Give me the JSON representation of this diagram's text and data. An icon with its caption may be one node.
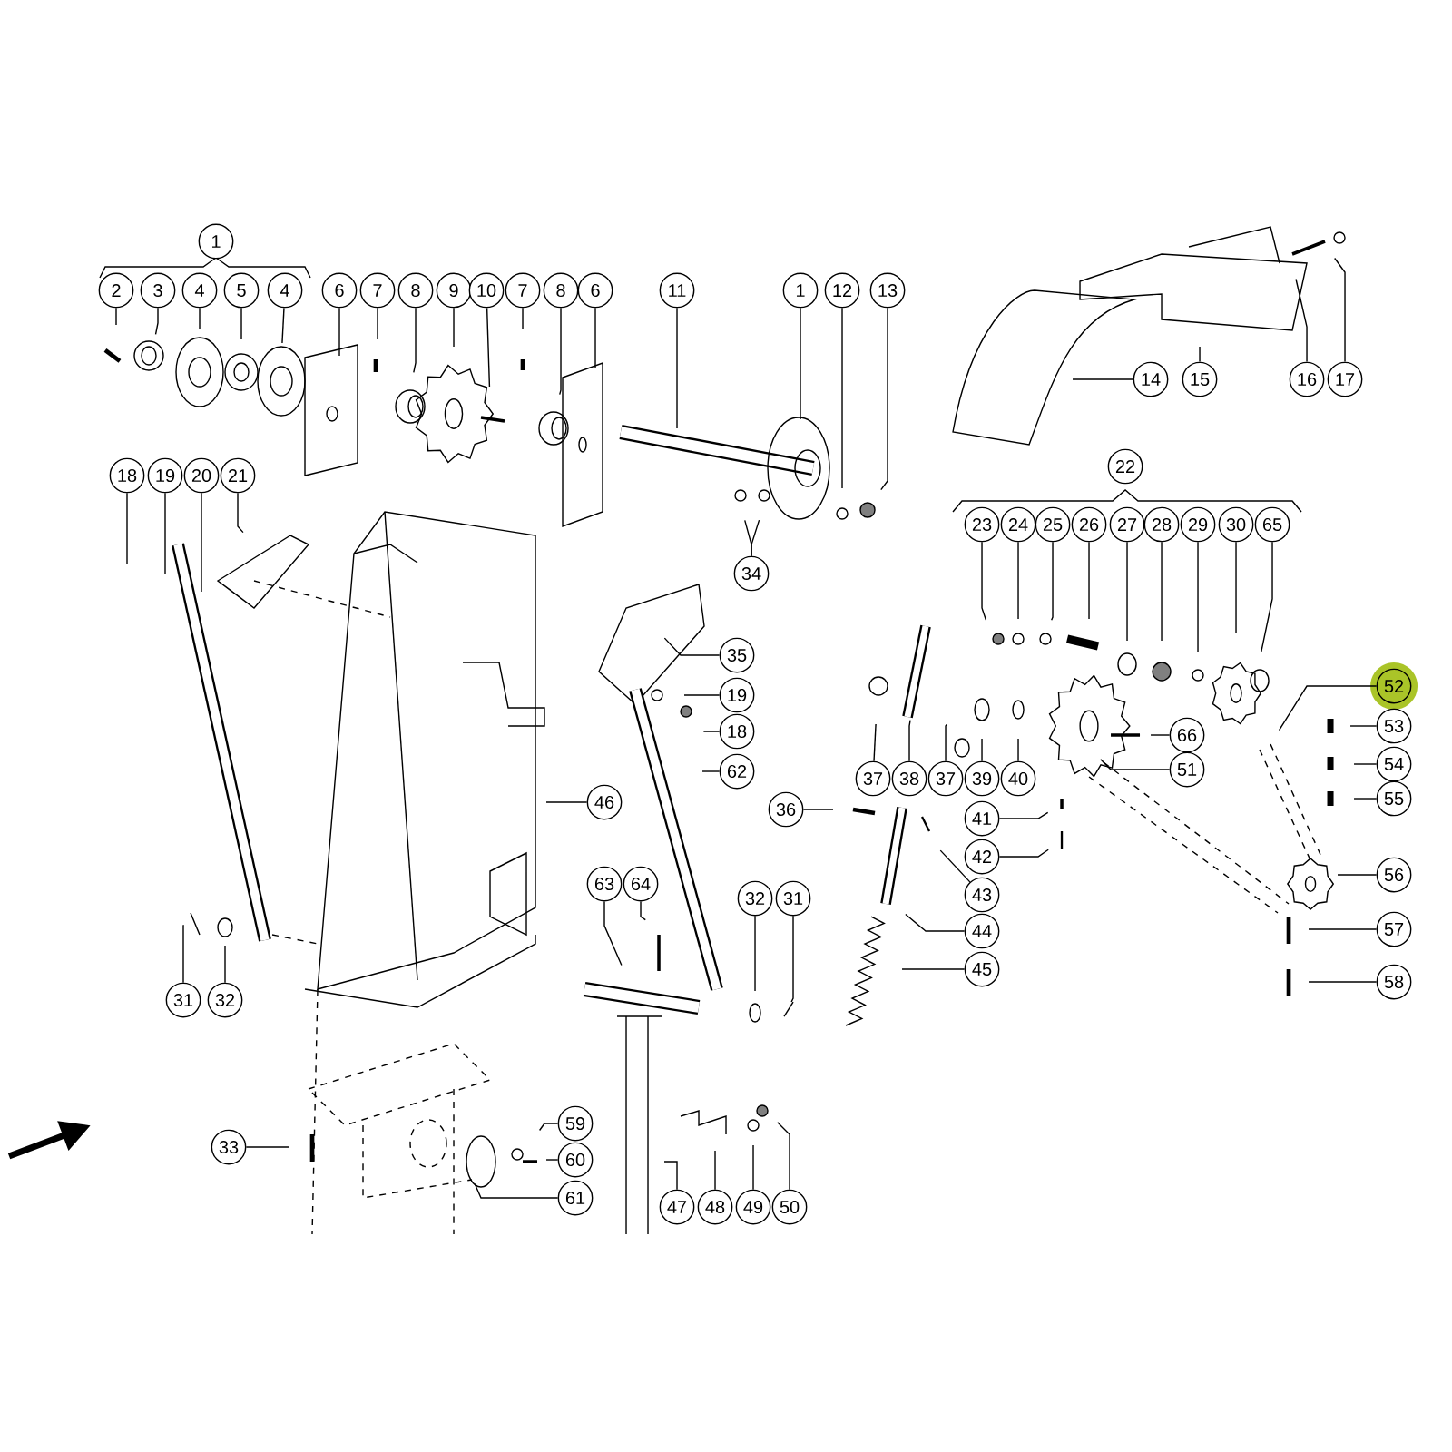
{
  "diagram": {
    "nodes": [
      {
        "text": [
          "1"
        ]
      },
      {
        "text": [
          "2"
        ]
      },
      {
        "text": [
          "3"
        ]
      },
      {
        "text": [
          "4"
        ]
      },
      {
        "text": [
          "5"
        ]
      },
      {
        "text": [
          "4"
        ]
      },
      {
        "text": [
          "6"
        ]
      },
      {
        "text": [
          "7"
        ]
      },
      {
        "text": [
          "8"
        ]
      },
      {
        "text": [
          "9"
        ]
      },
      {
        "text": [
          "10"
        ]
      },
      {
        "text": [
          "7"
        ]
      },
      {
        "text": [
          "8"
        ]
      },
      {
        "text": [
          "6"
        ]
      },
      {
        "text": [
          "11"
        ]
      },
      {
        "text": [
          "1"
        ]
      },
      {
        "text": [
          "12"
        ]
      },
      {
        "text": [
          "13"
        ]
      },
      {
        "text": [
          "14"
        ]
      },
      {
        "text": [
          "15"
        ]
      },
      {
        "text": [
          "16"
        ]
      },
      {
        "text": [
          "17"
        ]
      },
      {
        "text": [
          "22"
        ]
      },
      {
        "text": [
          "18"
        ]
      },
      {
        "text": [
          "19"
        ]
      },
      {
        "text": [
          "20"
        ]
      },
      {
        "text": [
          "21"
        ]
      },
      {
        "text": [
          "23"
        ]
      },
      {
        "text": [
          "24"
        ]
      },
      {
        "text": [
          "25"
        ]
      },
      {
        "text": [
          "26"
        ]
      },
      {
        "text": [
          "27"
        ]
      },
      {
        "text": [
          "28"
        ]
      },
      {
        "text": [
          "29"
        ]
      },
      {
        "text": [
          "30"
        ]
      },
      {
        "text": [
          "65"
        ]
      },
      {
        "text": [
          "34"
        ]
      },
      {
        "text": [
          "35"
        ]
      },
      {
        "text": [
          "52"
        ]
      },
      {
        "text": [
          "19"
        ]
      },
      {
        "text": [
          "53"
        ]
      },
      {
        "text": [
          "18"
        ]
      },
      {
        "text": [
          "66"
        ]
      },
      {
        "text": [
          "54"
        ]
      },
      {
        "text": [
          "51"
        ]
      },
      {
        "text": [
          "62"
        ]
      },
      {
        "text": [
          "37"
        ]
      },
      {
        "text": [
          "38"
        ]
      },
      {
        "text": [
          "37"
        ]
      },
      {
        "text": [
          "39"
        ]
      },
      {
        "text": [
          "40"
        ]
      },
      {
        "text": [
          "55"
        ]
      },
      {
        "text": [
          "46"
        ]
      },
      {
        "text": [
          "36"
        ]
      },
      {
        "text": [
          "41"
        ]
      },
      {
        "text": [
          "42"
        ]
      },
      {
        "text": [
          "56"
        ]
      },
      {
        "text": [
          "63"
        ]
      },
      {
        "text": [
          "64"
        ]
      },
      {
        "text": [
          "43"
        ]
      },
      {
        "text": [
          "32"
        ]
      },
      {
        "text": [
          "31"
        ]
      },
      {
        "text": [
          "57"
        ]
      },
      {
        "text": [
          "44"
        ]
      },
      {
        "text": [
          "45"
        ]
      },
      {
        "text": [
          "58"
        ]
      },
      {
        "text": [
          "31"
        ]
      },
      {
        "text": [
          "32"
        ]
      },
      {
        "text": [
          "59"
        ]
      },
      {
        "text": [
          "33"
        ]
      },
      {
        "text": [
          "60"
        ]
      },
      {
        "text": [
          "61"
        ]
      },
      {
        "text": [
          "47"
        ]
      },
      {
        "text": [
          "48"
        ]
      },
      {
        "text": [
          "49"
        ]
      },
      {
        "text": [
          "50"
        ]
      }
    ],
    "edges": [
      {
        "from": 1,
        "to": null,
        "arrow": "none"
      },
      {
        "from": 2,
        "to": null,
        "arrow": "none"
      },
      {
        "from": 3,
        "to": null,
        "arrow": "none"
      },
      {
        "from": 4,
        "to": null,
        "arrow": "none"
      },
      {
        "from": 5,
        "to": null,
        "arrow": "none"
      },
      {
        "from": 6,
        "to": null,
        "arrow": "none"
      },
      {
        "from": 7,
        "to": null,
        "arrow": "none"
      },
      {
        "from": 8,
        "to": null,
        "arrow": "none"
      },
      {
        "from": 9,
        "to": null,
        "arrow": "none"
      },
      {
        "from": 10,
        "to": null,
        "arrow": "none"
      },
      {
        "from": 11,
        "to": null,
        "arrow": "none"
      },
      {
        "from": 12,
        "to": null,
        "arrow": "none"
      },
      {
        "from": 13,
        "to": null,
        "arrow": "none"
      },
      {
        "from": 14,
        "to": null,
        "arrow": "none"
      },
      {
        "from": 15,
        "to": null,
        "arrow": "none"
      },
      {
        "from": 16,
        "to": null,
        "arrow": "none"
      },
      {
        "from": 17,
        "to": null,
        "arrow": "none"
      },
      {
        "from": 18,
        "to": null,
        "arrow": "none"
      },
      {
        "from": 19,
        "to": null,
        "arrow": "none"
      },
      {
        "from": 20,
        "to": null,
        "arrow": "none"
      },
      {
        "from": 21,
        "to": null,
        "arrow": "none"
      },
      {
        "from": 23,
        "to": null,
        "arrow": "none"
      },
      {
        "from": 24,
        "to": null,
        "arrow": "none"
      },
      {
        "from": 25,
        "to": null,
        "arrow": "none"
      },
      {
        "from": 26,
        "to": null,
        "arrow": "none"
      },
      {
        "from": 27,
        "to": null,
        "arrow": "none"
      },
      {
        "from": 28,
        "to": null,
        "arrow": "none"
      },
      {
        "from": 29,
        "to": null,
        "arrow": "none"
      },
      {
        "from": 30,
        "to": null,
        "arrow": "none"
      },
      {
        "from": 31,
        "to": null,
        "arrow": "none"
      },
      {
        "from": 32,
        "to": null,
        "arrow": "none"
      },
      {
        "from": 33,
        "to": null,
        "arrow": "none"
      },
      {
        "from": 34,
        "to": null,
        "arrow": "none"
      },
      {
        "from": 35,
        "to": null,
        "arrow": "none"
      },
      {
        "from": 36,
        "to": null,
        "arrow": "none"
      },
      {
        "from": 36,
        "to": null,
        "arrow": "none"
      },
      {
        "from": 37,
        "to": null,
        "arrow": "none"
      },
      {
        "from": 38,
        "to": null,
        "arrow": "none"
      },
      {
        "from": 39,
        "to": null,
        "arrow": "none"
      },
      {
        "from": 40,
        "to": null,
        "arrow": "none"
      },
      {
        "from": 41,
        "to": null,
        "arrow": "none"
      },
      {
        "from": 42,
        "to": null,
        "arrow": "none"
      },
      {
        "from": 43,
        "to": null,
        "arrow": "none"
      },
      {
        "from": 44,
        "to": null,
        "arrow": "none"
      },
      {
        "from": 45,
        "to": null,
        "arrow": "none"
      },
      {
        "from": 46,
        "to": null,
        "arrow": "none"
      },
      {
        "from": 47,
        "to": null,
        "arrow": "none"
      },
      {
        "from": 48,
        "to": null,
        "arrow": "none"
      },
      {
        "from": 49,
        "to": null,
        "arrow": "none"
      },
      {
        "from": 50,
        "to": null,
        "arrow": "none"
      },
      {
        "from": 51,
        "to": null,
        "arrow": "none"
      },
      {
        "from": 52,
        "to": null,
        "arrow": "none"
      },
      {
        "from": 53,
        "to": null,
        "arrow": "none"
      },
      {
        "from": 54,
        "to": null,
        "arrow": "none"
      },
      {
        "from": 55,
        "to": null,
        "arrow": "none"
      },
      {
        "from": 56,
        "to": null,
        "arrow": "none"
      },
      {
        "from": 57,
        "to": null,
        "arrow": "none"
      },
      {
        "from": 58,
        "to": null,
        "arrow": "none"
      },
      {
        "from": 59,
        "to": null,
        "arrow": "none"
      },
      {
        "from": 60,
        "to": null,
        "arrow": "none"
      },
      {
        "from": 61,
        "to": null,
        "arrow": "none"
      },
      {
        "from": 62,
        "to": null,
        "arrow": "none"
      },
      {
        "from": 63,
        "to": null,
        "arrow": "none"
      },
      {
        "from": 64,
        "to": null,
        "arrow": "none"
      },
      {
        "from": 65,
        "to": null,
        "arrow": "none"
      },
      {
        "from": 66,
        "to": null,
        "arrow": "none"
      },
      {
        "from": 67,
        "to": null,
        "arrow": "none"
      },
      {
        "from": 68,
        "to": null,
        "arrow": "none"
      },
      {
        "from": 69,
        "to": null,
        "arrow": "none"
      },
      {
        "from": 70,
        "to": null,
        "arrow": "none"
      },
      {
        "from": 71,
        "to": null,
        "arrow": "none"
      },
      {
        "from": 72,
        "to": null,
        "arrow": "none"
      },
      {
        "from": 73,
        "to": null,
        "arrow": "none"
      },
      {
        "from": 74,
        "to": null,
        "arrow": "none"
      },
      {
        "from": 75,
        "to": null,
        "arrow": "none"
      }
    ]
  }
}
